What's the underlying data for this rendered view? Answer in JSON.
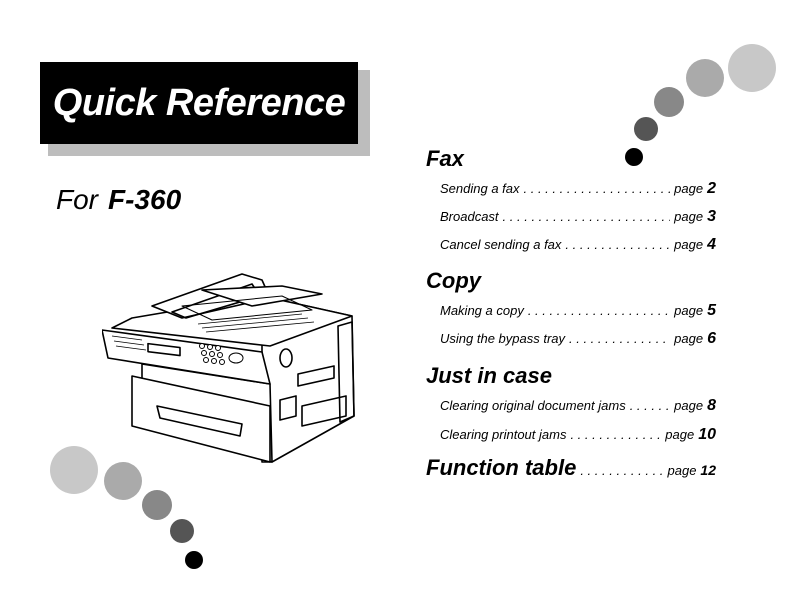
{
  "banner": {
    "title": "Quick Reference"
  },
  "model": {
    "prefix": "For",
    "name": "F-360"
  },
  "sections": {
    "fax": {
      "title": "Fax",
      "entries": [
        {
          "text": "Sending a fax",
          "page_word": "page",
          "page": "2"
        },
        {
          "text": "Broadcast",
          "page_word": "page",
          "page": "3"
        },
        {
          "text": "Cancel sending a fax",
          "page_word": "page",
          "page": "4"
        }
      ]
    },
    "copy": {
      "title": "Copy",
      "entries": [
        {
          "text": "Making a copy",
          "page_word": "page",
          "page": "5"
        },
        {
          "text": "Using the bypass tray",
          "page_word": "page",
          "page": "6"
        }
      ]
    },
    "just_in_case": {
      "title": "Just in case",
      "entries": [
        {
          "text": "Clearing original document jams",
          "page_word": "page",
          "page": "8"
        },
        {
          "text": "Clearing printout jams",
          "page_word": "page",
          "page": "10"
        }
      ]
    },
    "function_table": {
      "title": "Function table",
      "page_word": "page",
      "page": "12"
    }
  },
  "decor": {
    "dot_colors": [
      "#000000",
      "#555555",
      "#888888",
      "#aaaaaa",
      "#c8c8c8"
    ]
  }
}
